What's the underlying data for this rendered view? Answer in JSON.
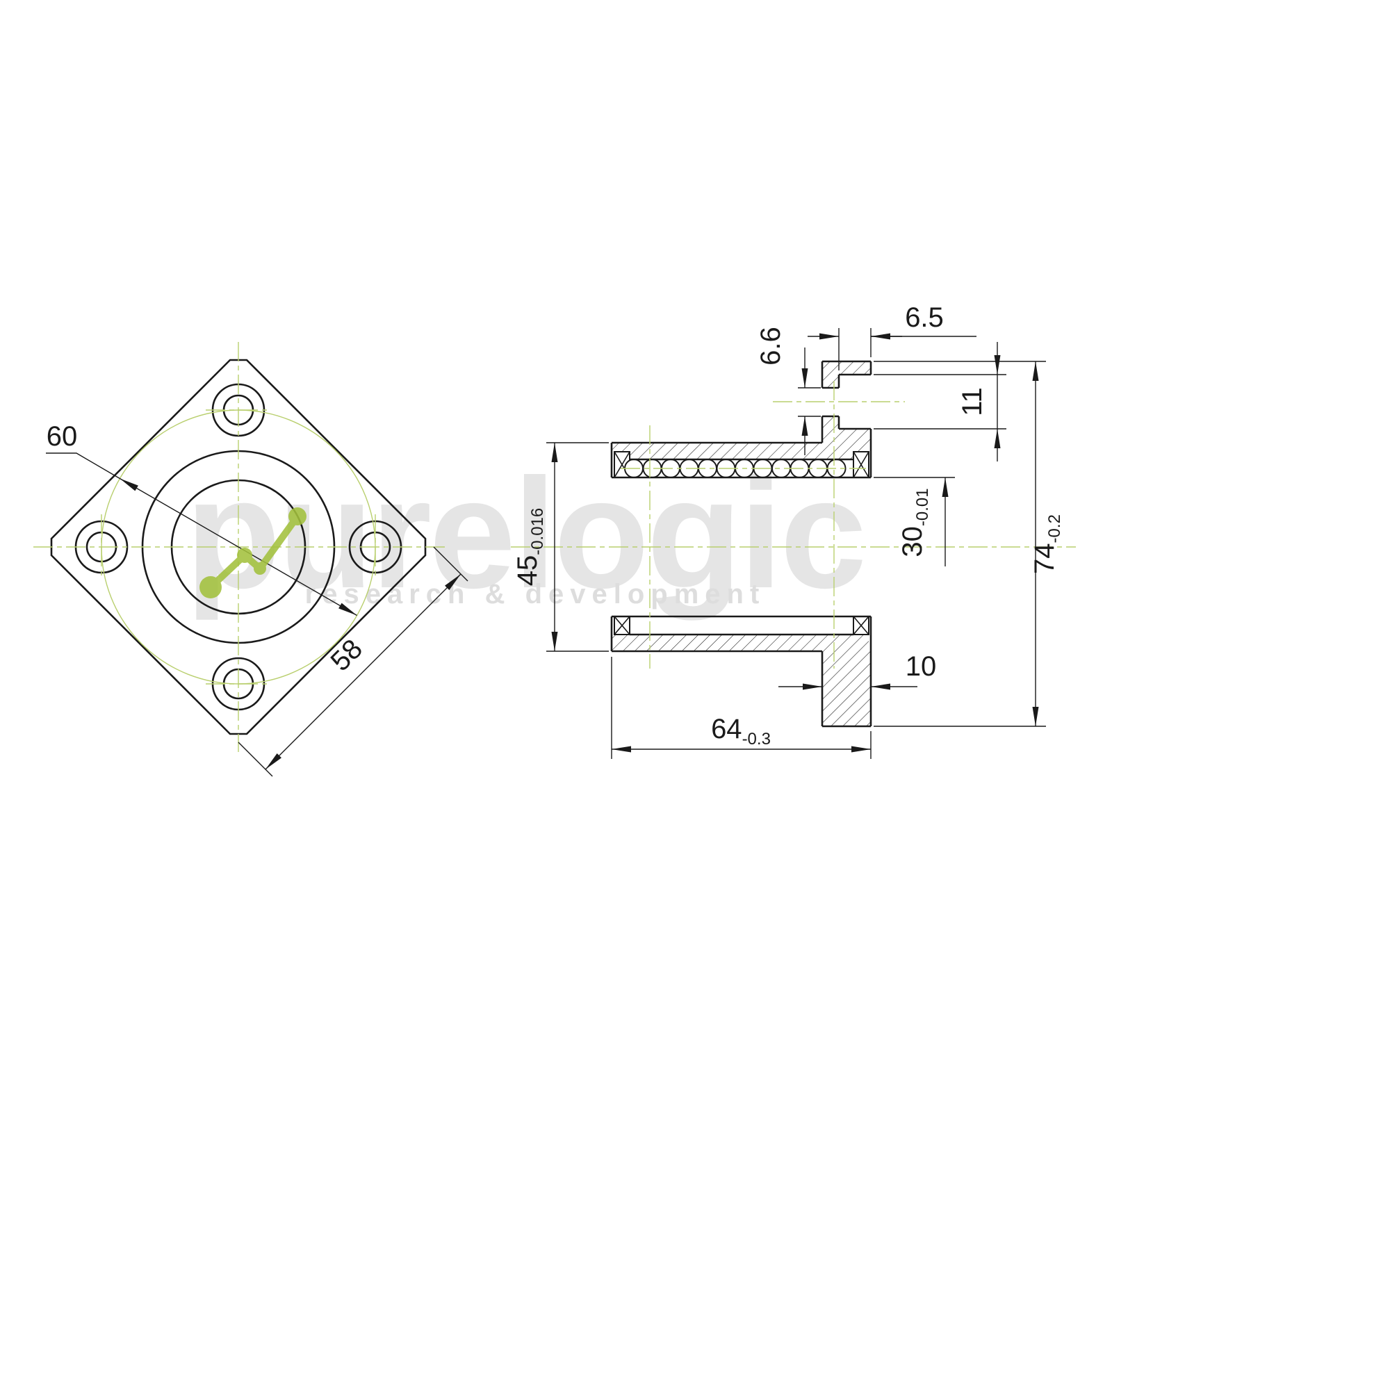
{
  "watermark": {
    "brand": "purelogic",
    "tagline": "research & development"
  },
  "front_view": {
    "dim_bolt_circle": "60",
    "dim_square_side": "58"
  },
  "section_view": {
    "dim_hole_dia": "6.6",
    "dim_cbore_depth": "6.5",
    "dim_cbore_dia": "11",
    "dim_od": "45",
    "dim_od_tol": "-0.016",
    "dim_bore": "30",
    "dim_bore_tol": "-0.01",
    "dim_flange_dia": "74",
    "dim_flange_dia_tol": "-0.2",
    "dim_flange_thickness": "10",
    "dim_length": "64",
    "dim_length_tol": "-0.3"
  },
  "colors": {
    "line": "#1a1a1a",
    "centerline": "#b9cf6e",
    "watermark": "#e3e3e3",
    "logo": "#a3c13d"
  }
}
